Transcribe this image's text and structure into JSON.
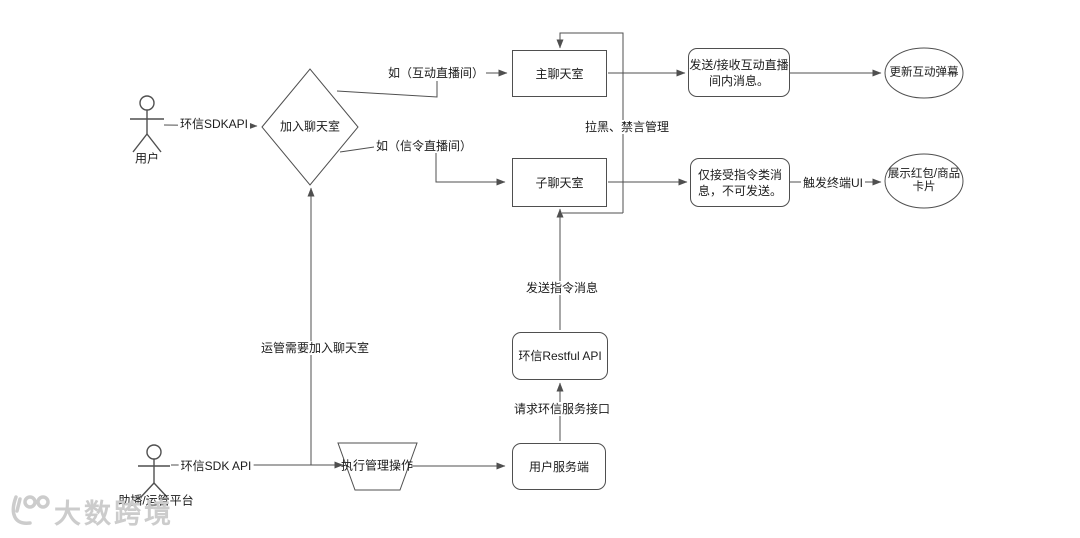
{
  "colors": {
    "line": "#4f4f4f",
    "text": "#1c1c1c",
    "background": "#ffffff",
    "watermark": "#cccccc"
  },
  "actors": {
    "user": {
      "name": "用户",
      "edge_label": "环信SDKAPI"
    },
    "ops": {
      "name": "助播/运管平台",
      "edge_label": "环信SDK API"
    }
  },
  "nodes": {
    "join_room": "加入聊天室",
    "main_room": "主聊天室",
    "sub_room": "子聊天室",
    "send_receive": [
      "发送/接收互动直播",
      "间内消息。"
    ],
    "update_danmaku": "更新互动弹幕",
    "command_only": [
      "仅接受指令类消",
      "息，不可发送。"
    ],
    "show_cards": [
      "展示红包/商品",
      "卡片"
    ],
    "restful_api": "环信Restful API",
    "user_server": "用户服务端",
    "exec_mgmt": "执行管理操作"
  },
  "edge_labels": {
    "interactive_room": "如（互动直播间）",
    "signal_room": "如（信令直播间）",
    "mute_mgmt": "拉黑、禁言管理",
    "send_command": "发送指令消息",
    "request_service": "请求环信服务接口",
    "ops_join": "运管需要加入聊天室",
    "trigger_ui": "触发终端UI"
  },
  "watermark": {
    "brand": "大数跨境"
  }
}
